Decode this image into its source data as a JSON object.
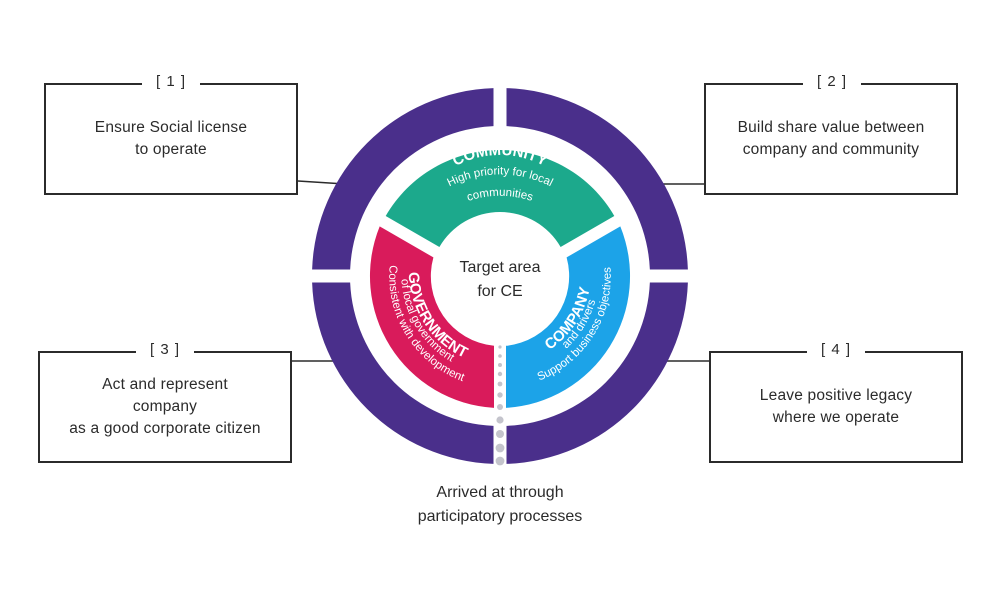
{
  "center": {
    "line1": "Target area",
    "line2": "for CE"
  },
  "segments": {
    "community": {
      "title": "COMMUNITY",
      "line1": "High priority for local",
      "line2": "communities",
      "color": "#1ca98c"
    },
    "company": {
      "title": "COMPANY",
      "line1": "Support business objectives",
      "line2": "and drivers",
      "color": "#1ca3e8"
    },
    "government": {
      "title": "GOVERNMENT",
      "line1": "Consistent with development",
      "line2": "of local government",
      "color": "#d91b5b"
    }
  },
  "ring_color": "#4a2f8b",
  "boxes": [
    {
      "num": "[ 1 ]",
      "text": "Ensure Social license\nto operate"
    },
    {
      "num": "[ 2 ]",
      "text": "Build share value between\ncompany and community"
    },
    {
      "num": "[ 3 ]",
      "text": "Act and represent\ncompany\nas a good corporate citizen"
    },
    {
      "num": "[ 4 ]",
      "text": "Leave positive legacy\nwhere we operate"
    }
  ],
  "caption": "Arrived at through\nparticipatory processes"
}
